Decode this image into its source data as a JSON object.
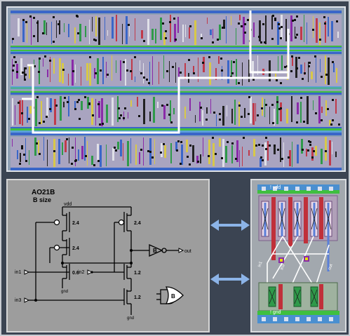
{
  "schematic": {
    "cell_name": "AO21B",
    "cell_size": "B size",
    "pin_vdd": "vdd",
    "pin_gnd": "gnd",
    "pin_out": "out",
    "pin_in1": "in1",
    "pin_in2": "in2",
    "pin_in3": "in3",
    "size_2_4_a": "2.4",
    "size_2_4_b": "2.4",
    "size_2_4_c": "2.4",
    "size_0_6": "0.6",
    "size_1_2_a": "1.2",
    "size_1_2_b": "1.2",
    "inverter_label": "B",
    "gate_label": "B"
  },
  "layout_cell": {
    "vdd_label": "! vdd",
    "gnd_label": "! gnd",
    "in1_label": "in1",
    "in3_label": "in3",
    "out_label": "out"
  },
  "colors": {
    "arrow": "#8cb4e8",
    "power_rail": "#3fbf3f",
    "poly": "#c0303a",
    "metal": "#6a8ad0",
    "route": "#ffffff"
  }
}
